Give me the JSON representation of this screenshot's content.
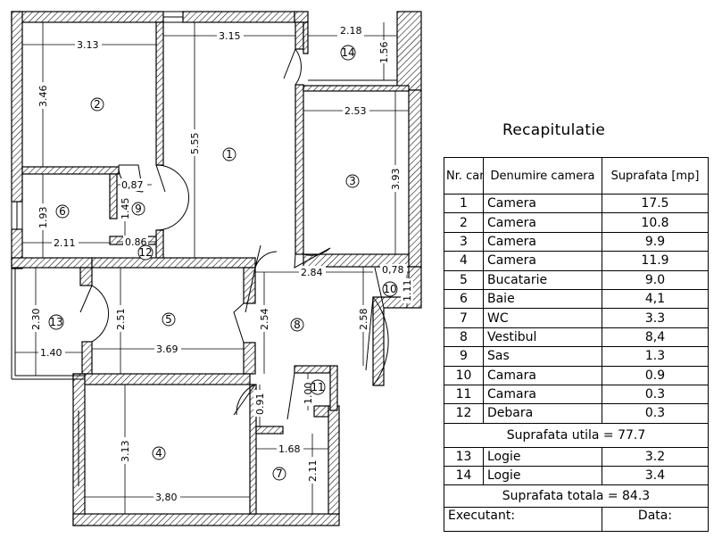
{
  "recap": {
    "title": "Recapitulatie",
    "headers": {
      "nr": "Nr. cam.",
      "name": "Denumire camera",
      "area": "Suprafata [mp]"
    },
    "rows": [
      {
        "nr": "1",
        "name": "Camera",
        "area": "17.5"
      },
      {
        "nr": "2",
        "name": "Camera",
        "area": "10.8"
      },
      {
        "nr": "3",
        "name": "Camera",
        "area": "9.9"
      },
      {
        "nr": "4",
        "name": "Camera",
        "area": "11.9"
      },
      {
        "nr": "5",
        "name": "Bucatarie",
        "area": "9.0"
      },
      {
        "nr": "6",
        "name": "Baie",
        "area": "4,1"
      },
      {
        "nr": "7",
        "name": "WC",
        "area": "3.3"
      },
      {
        "nr": "8",
        "name": "Vestibul",
        "area": "8,4"
      },
      {
        "nr": "9",
        "name": "Sas",
        "area": "1.3"
      },
      {
        "nr": "10",
        "name": "Camara",
        "area": "0.9"
      },
      {
        "nr": "11",
        "name": "Camara",
        "area": "0.3"
      },
      {
        "nr": "12",
        "name": "Debara",
        "area": "0.3"
      }
    ],
    "useful_area": "Suprafata utila = 77.7",
    "loggia_rows": [
      {
        "nr": "13",
        "name": "Logie",
        "area": "3.2"
      },
      {
        "nr": "14",
        "name": "Logie",
        "area": "3.4"
      }
    ],
    "total_area": "Suprafata totala = 84.3",
    "executant_label": "Executant:",
    "data_label": "Data:"
  },
  "plan": {
    "room_numbers": [
      "1",
      "2",
      "3",
      "4",
      "5",
      "6",
      "7",
      "8",
      "9",
      "10",
      "11",
      "12",
      "13",
      "14"
    ],
    "dimensions": {
      "d313": "3.13",
      "d315": "3.15",
      "d218": "2.18",
      "d156": "1.56",
      "d346": "3.46",
      "d555": "5.55",
      "d253": "2.53",
      "d393": "3.93",
      "d087": "0,87",
      "d145": "1.45",
      "d193": "1.93",
      "d211a": "2.11",
      "d086": "0.86",
      "d284": "2.84",
      "d078": "0,78",
      "d111": "1.11",
      "d230": "2.30",
      "d251": "2.51",
      "d254": "2.54",
      "d258": "2.58",
      "d140": "1.40",
      "d369": "3.69",
      "d091": "0.91",
      "d100": "1.00",
      "d313b": "3.13",
      "d168": "1.68",
      "d211b": "2.11",
      "d380": "3,80"
    }
  }
}
